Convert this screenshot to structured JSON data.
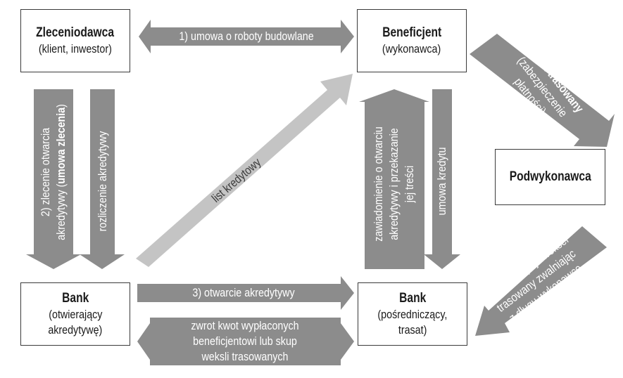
{
  "boxes": {
    "zleceniodawca": {
      "title": "Zleceniodawca",
      "subtitle": "(klient, inwestor)"
    },
    "beneficjent": {
      "title": "Beneficjent",
      "subtitle": "(wykonawca)"
    },
    "podwykonawca": {
      "title": "Podwykonawca"
    },
    "bank_otwierajacy": {
      "title": "Bank",
      "line1": "(otwierający",
      "line2": "akredytywę)"
    },
    "bank_posredniczacy": {
      "title": "Bank",
      "line1": "(pośredniczący,",
      "line2": "trasat)"
    }
  },
  "arrows": {
    "umowa_roboty": "1) umowa o roboty budowlane",
    "zlecenie_line1": "2) zlecenie otwarcia",
    "zlecenie_line2_pre": "akredytywy (",
    "zlecenie_line2_bold": "umowa zlecenia",
    "zlecenie_line2_post": ")",
    "rozliczenie": "rozliczenie akredytywy",
    "list_kredytowy": "list kredytowy",
    "zawiadomienie_line1": "zawiadomienie o otwarciu",
    "zawiadomienie_line2": "akredytywy i przekazanie",
    "zawiadomienie_line3": "jej treści",
    "umowa_kredytu": "umowa kredytu",
    "weksel_line1": "weksel trasowany",
    "weksel_line2": "(zabezpieczenie",
    "weksel_line3": "płatności)",
    "bank_wykupuje_line1": "bank wykupuje weksel",
    "bank_wykupuje_line2": "trasowany zwalniając",
    "bank_wykupuje_line3": "z długu wykonawcę",
    "otwarcie": "3) otwarcie akredytywy",
    "zwrot_line1": "zwrot kwot wypłaconych",
    "zwrot_line2": "beneficjentowi lub skup",
    "zwrot_line3": "weksli trasowanych"
  },
  "colors": {
    "arrow_dark": "#8c8c8c",
    "arrow_light": "#c4c4c4",
    "box_border": "#3a3a3a"
  }
}
